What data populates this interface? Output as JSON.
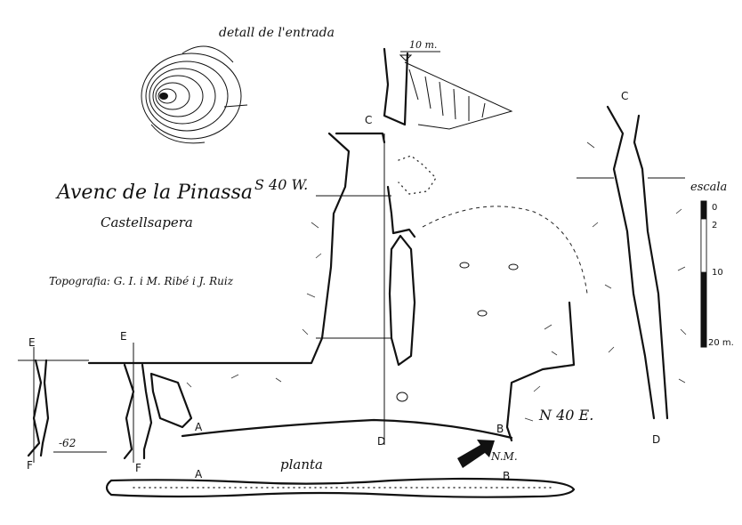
{
  "title": "Avenc de la Pinassa",
  "location": "Castellsapera",
  "credits": "Topografia: G. I. i M. Ribé i J. Ruiz",
  "inset_label": "detall de l'entrada",
  "orientation_left": "S 40 W.",
  "orientation_right": "N 40 E.",
  "plan_label": "planta",
  "north_label": "N.M.",
  "depth_label": "-62",
  "datum_label": "10 m.",
  "scale": {
    "title": "escala",
    "ticks": [
      "0",
      "2",
      "10",
      "20 m."
    ]
  },
  "section_labels": {
    "A": "A",
    "B": "B",
    "C": "C",
    "D": "D",
    "E": "E",
    "F": "F"
  },
  "plan_labels": {
    "A": "A",
    "B": "B"
  },
  "right_section_labels": {
    "C": "C",
    "D": "D"
  },
  "left_section_labels": {
    "E": "E",
    "F": "F",
    "E2": "E",
    "F2": "F"
  }
}
